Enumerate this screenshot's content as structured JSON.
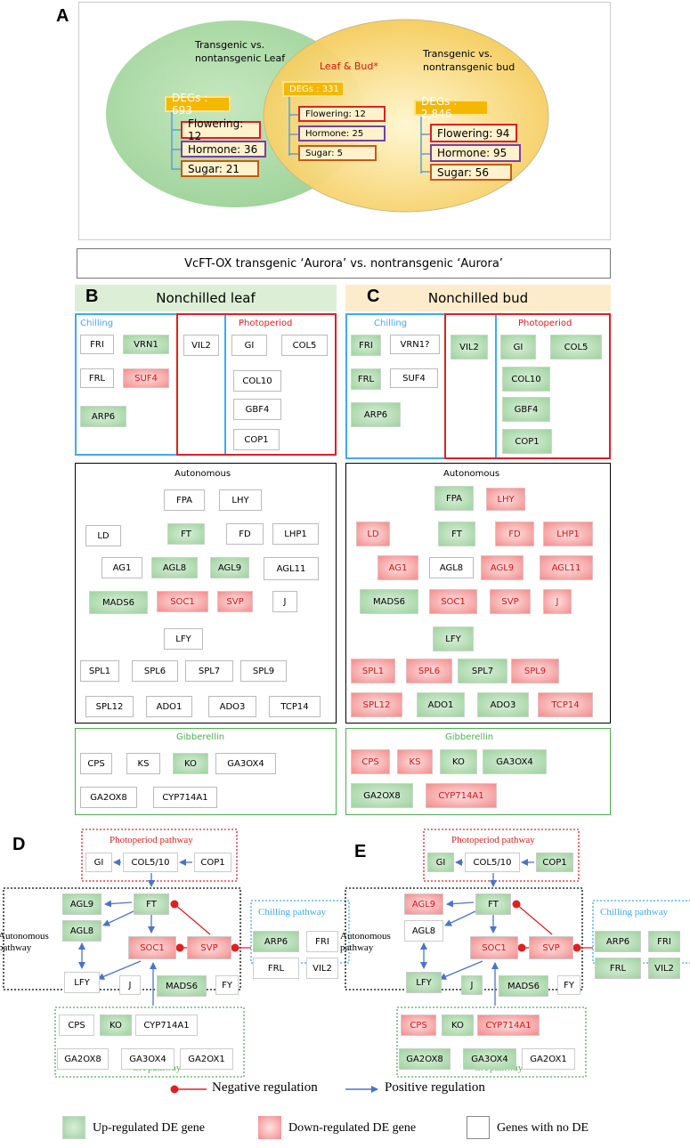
{
  "panel_labels": {
    "a": "A",
    "b": "B",
    "c": "C",
    "d": "D",
    "e": "E"
  },
  "venn": {
    "left_title": "Transgenic vs.\nnontansgenic Leaf",
    "right_title": "Transgenic vs.\nnontransgenic bud",
    "center_title": "Leaf & Bud*",
    "left": {
      "degs": "DEGs : 693",
      "flowering": "Flowering: 12",
      "hormone": "Hormone: 36",
      "sugar": "Sugar: 21"
    },
    "center": {
      "degs": "DEGs : 331",
      "flowering": "Flowering: 12",
      "hormone": "Hormone: 25",
      "sugar": "Sugar: 5"
    },
    "right": {
      "degs": "DEGs : 2,846",
      "flowering": "Flowering: 94",
      "hormone": "Hormone: 95",
      "sugar": "Sugar: 56"
    }
  },
  "comparison_title": "VcFT-OX  transgenic ‘Aurora’ vs. nontransgenic ‘Aurora’",
  "panel_b": {
    "title": "Nonchilled leaf"
  },
  "panel_c": {
    "title": "Nonchilled bud"
  },
  "section_labels": {
    "chilling": "Chilling",
    "photoperiod": "Photoperiod",
    "autonomous": "Autonomous",
    "gibberellin": "Gibberellin"
  },
  "genes_b": {
    "chilling": [
      {
        "n": "FRI",
        "s": "none"
      },
      {
        "n": "VRN1",
        "s": "up"
      },
      {
        "n": "FRL",
        "s": "none"
      },
      {
        "n": "SUF4",
        "s": "down"
      },
      {
        "n": "ARP6",
        "s": "up"
      }
    ],
    "shared": [
      {
        "n": "VIL2",
        "s": "none"
      }
    ],
    "photoperiod": [
      {
        "n": "GI",
        "s": "none"
      },
      {
        "n": "COL5",
        "s": "none"
      },
      {
        "n": "COL10",
        "s": "none"
      },
      {
        "n": "GBF4",
        "s": "none"
      },
      {
        "n": "COP1",
        "s": "none"
      }
    ],
    "autonomous": [
      {
        "n": "FPA",
        "s": "none"
      },
      {
        "n": "LHY",
        "s": "none"
      },
      {
        "n": "LD",
        "s": "none"
      },
      {
        "n": "FT",
        "s": "up"
      },
      {
        "n": "FD",
        "s": "none"
      },
      {
        "n": "LHP1",
        "s": "none"
      },
      {
        "n": "AG1",
        "s": "none"
      },
      {
        "n": "AGL8",
        "s": "up"
      },
      {
        "n": "AGL9",
        "s": "up"
      },
      {
        "n": "AGL11",
        "s": "none"
      },
      {
        "n": "MADS6",
        "s": "up"
      },
      {
        "n": "SOC1",
        "s": "down"
      },
      {
        "n": "SVP",
        "s": "down"
      },
      {
        "n": "J",
        "s": "none"
      },
      {
        "n": "LFY",
        "s": "none"
      },
      {
        "n": "SPL1",
        "s": "none"
      },
      {
        "n": "SPL6",
        "s": "none"
      },
      {
        "n": "SPL7",
        "s": "none"
      },
      {
        "n": "SPL9",
        "s": "none"
      },
      {
        "n": "SPL12",
        "s": "none"
      },
      {
        "n": "ADO1",
        "s": "none"
      },
      {
        "n": "ADO3",
        "s": "none"
      },
      {
        "n": "TCP14",
        "s": "none"
      }
    ],
    "gibberellin": [
      {
        "n": "CPS",
        "s": "none"
      },
      {
        "n": "KS",
        "s": "none"
      },
      {
        "n": "KO",
        "s": "up"
      },
      {
        "n": "GA3OX4",
        "s": "none"
      },
      {
        "n": "GA2OX8",
        "s": "none"
      },
      {
        "n": "CYP714A1",
        "s": "none"
      }
    ]
  },
  "genes_c": {
    "chilling": [
      {
        "n": "FRI",
        "s": "up"
      },
      {
        "n": "VRN1?",
        "s": "none"
      },
      {
        "n": "FRL",
        "s": "up"
      },
      {
        "n": "SUF4",
        "s": "none"
      },
      {
        "n": "ARP6",
        "s": "up"
      }
    ],
    "shared": [
      {
        "n": "VIL2",
        "s": "up"
      }
    ],
    "photoperiod": [
      {
        "n": "GI",
        "s": "up"
      },
      {
        "n": "COL5",
        "s": "up"
      },
      {
        "n": "COL10",
        "s": "up"
      },
      {
        "n": "GBF4",
        "s": "up"
      },
      {
        "n": "COP1",
        "s": "up"
      }
    ],
    "autonomous": [
      {
        "n": "FPA",
        "s": "up"
      },
      {
        "n": "LHY",
        "s": "down"
      },
      {
        "n": "LD",
        "s": "down"
      },
      {
        "n": "FT",
        "s": "up"
      },
      {
        "n": "FD",
        "s": "down"
      },
      {
        "n": "LHP1",
        "s": "down"
      },
      {
        "n": "AG1",
        "s": "down"
      },
      {
        "n": "AGL8",
        "s": "none"
      },
      {
        "n": "AGL9",
        "s": "down"
      },
      {
        "n": "AGL11",
        "s": "down"
      },
      {
        "n": "MADS6",
        "s": "up"
      },
      {
        "n": "SOC1",
        "s": "down"
      },
      {
        "n": "SVP",
        "s": "down"
      },
      {
        "n": "J",
        "s": "down"
      },
      {
        "n": "LFY",
        "s": "up"
      },
      {
        "n": "SPL1",
        "s": "down"
      },
      {
        "n": "SPL6",
        "s": "down"
      },
      {
        "n": "SPL7",
        "s": "up"
      },
      {
        "n": "SPL9",
        "s": "down"
      },
      {
        "n": "SPL12",
        "s": "down"
      },
      {
        "n": "ADO1",
        "s": "up"
      },
      {
        "n": "ADO3",
        "s": "up"
      },
      {
        "n": "TCP14",
        "s": "down"
      }
    ],
    "gibberellin": [
      {
        "n": "CPS",
        "s": "down"
      },
      {
        "n": "KS",
        "s": "down"
      },
      {
        "n": "KO",
        "s": "up"
      },
      {
        "n": "GA3OX4",
        "s": "up"
      },
      {
        "n": "GA2OX8",
        "s": "up"
      },
      {
        "n": "CYP714A1",
        "s": "down"
      }
    ]
  },
  "pathway_labels": {
    "photoperiod": "Photoperiod pathway",
    "chilling": "Chilling pathway",
    "autonomous": "Autonomous\npathway",
    "ga": "GA pathway"
  },
  "network_d": {
    "GI": "none",
    "COL5/10": "none",
    "COP1": "none",
    "AGL9": "up",
    "FT": "up",
    "AGL8": "up",
    "SOC1": "down",
    "SVP": "down",
    "LFY": "none",
    "J": "none",
    "MADS6": "up",
    "FY": "none",
    "ARP6": "up",
    "FRI": "none",
    "FRL": "none",
    "VIL2": "none",
    "CPS": "none",
    "KO": "up",
    "CYP714A1": "none",
    "GA2OX8": "none",
    "GA3OX4": "none",
    "GA2OX1": "none"
  },
  "network_e": {
    "GI": "up",
    "COL5/10": "none",
    "COP1": "up",
    "AGL9": "down",
    "FT": "up",
    "AGL8": "none",
    "SOC1": "down",
    "SVP": "down",
    "LFY": "up",
    "J": "up",
    "MADS6": "up",
    "FY": "none",
    "ARP6": "up",
    "FRI": "up",
    "FRL": "up",
    "VIL2": "up",
    "CPS": "down",
    "KO": "up",
    "CYP714A1": "down",
    "GA2OX8": "up",
    "GA3OX4": "up",
    "GA2OX1": "none"
  },
  "legend": {
    "negative": "Negative regulation",
    "positive": "Positive regulation",
    "up": "Up-regulated  DE gene",
    "down": "Down-regulated DE gene",
    "none": "Genes with no DE"
  },
  "colors": {
    "up": "#a6d6a6",
    "down": "#f48c8c",
    "red_text": "#e01010",
    "chilling_blue": "#3fa9f5",
    "photo_red": "#e02020",
    "ga_green": "#4caf50",
    "venn_left": "#a8d8a0",
    "venn_right": "#f8d878",
    "degs_orange": "#f5b800"
  }
}
